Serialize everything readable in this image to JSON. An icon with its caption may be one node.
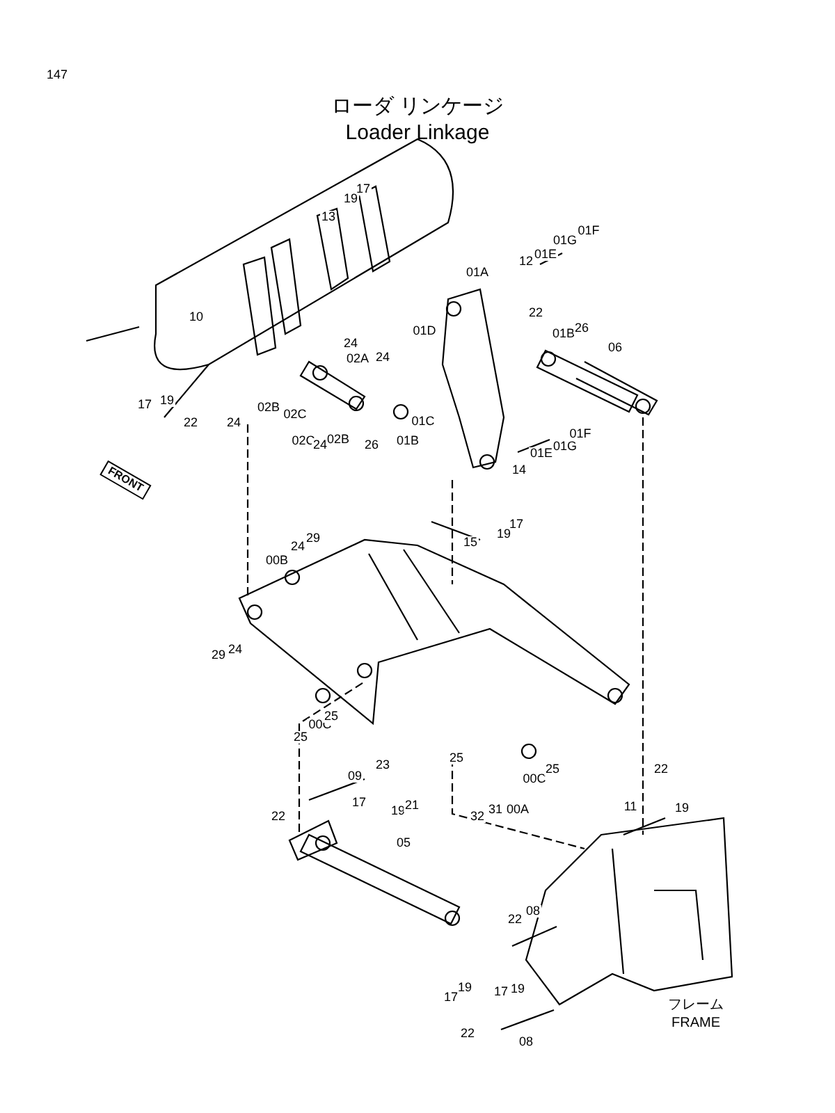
{
  "diagram": {
    "title": "ローダ リンケージ Loader Linkage",
    "labels": [
      "147",
      "17",
      "19",
      "13",
      "10",
      "17",
      "19",
      "22",
      "24",
      "02A",
      "24",
      "02B",
      "24",
      "02C",
      "02C",
      "24",
      "02B",
      "26",
      "01B",
      "01C",
      "01D",
      "01F",
      "01G",
      "01E",
      "12",
      "01A",
      "22",
      "01B",
      "26",
      "06",
      "01F",
      "01G",
      "01E",
      "14",
      "FRONT",
      "17",
      "19",
      "15",
      "29",
      "24",
      "00B",
      "29",
      "24",
      "25",
      "00C",
      "25",
      "22",
      "17",
      "19",
      "25",
      "00C",
      "25",
      "32",
      "31",
      "00A",
      "23",
      "09",
      "21",
      "19",
      "22",
      "05",
      "11",
      "22",
      "08",
      "19",
      "17",
      "19",
      "17",
      "22",
      "08",
      "フレーム",
      "FRAME"
    ]
  }
}
